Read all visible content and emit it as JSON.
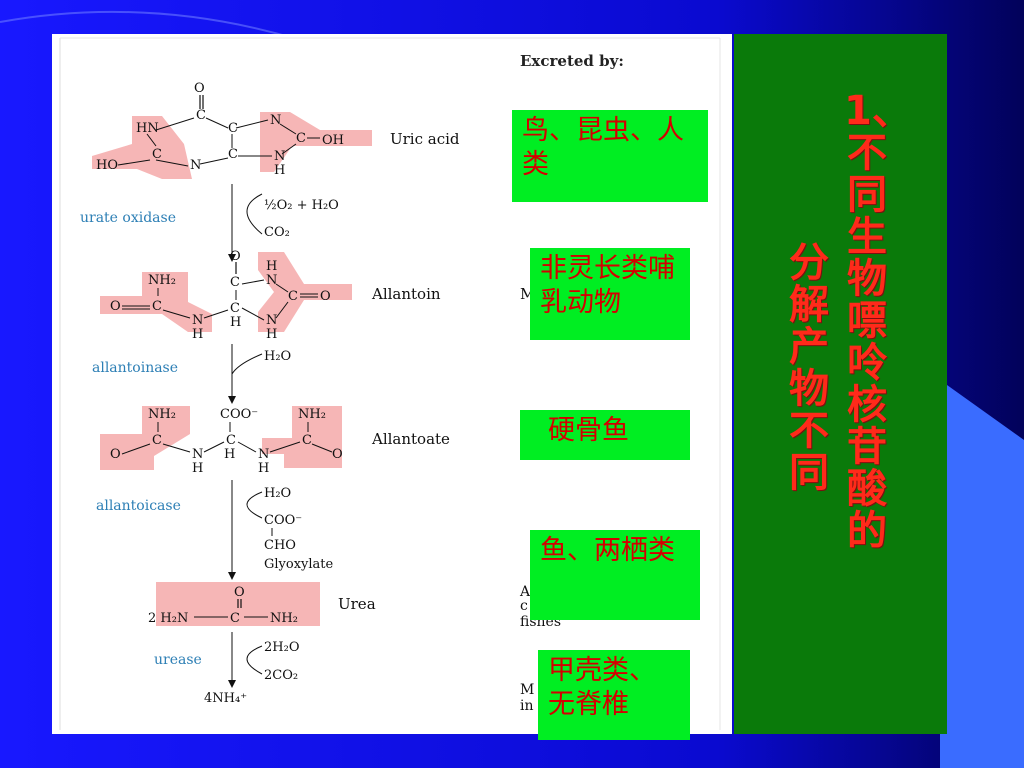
{
  "figure": {
    "header": "Excreted by:",
    "compounds": {
      "uric_acid": "Uric acid",
      "allantoin": "Allantoin",
      "allantoate": "Allantoate",
      "urea": "Urea"
    },
    "enzymes": {
      "urate_oxidase": "urate oxidase",
      "allantoinase": "allantoinase",
      "allantoicase": "allantoicase",
      "urease": "urease"
    },
    "reaction_labels": {
      "step1_in": "½O₂ + H₂O",
      "step1_out": "CO₂",
      "step2_in": "H₂O",
      "step3_in": "H₂O",
      "step3_out1": "COO⁻",
      "step3_out2": "CHO",
      "step3_out3": "Glyoxylate",
      "step4_in": "2H₂O",
      "step4_out": "2CO₂",
      "final_product": "4NH₄⁺"
    },
    "cropped_text": {
      "allantoin_right": "M",
      "urea_right_1": "A",
      "urea_right_2": "c",
      "urea_right_3": "fishes",
      "ammonia_right_1": "M",
      "ammonia_right_2": "in"
    }
  },
  "labels": {
    "uric_acid": "鸟、昆虫、人类",
    "allantoin": "非灵长类哺乳动物",
    "allantoate": "硬骨鱼",
    "urea": "鱼、两栖类",
    "ammonia": "甲壳类、无脊椎"
  },
  "title": {
    "line1": "1、不同生物嘌呤核苷酸的",
    "line2": "分解产物不同"
  },
  "colors": {
    "background": "#0a0ad8",
    "green_panel": "#0a7a0a",
    "label_box": "#00ee22",
    "label_text": "#d40000",
    "title_text": "#ff2a1a",
    "highlight": "#f6b6b6",
    "enzyme_text": "#2d7fb5"
  }
}
